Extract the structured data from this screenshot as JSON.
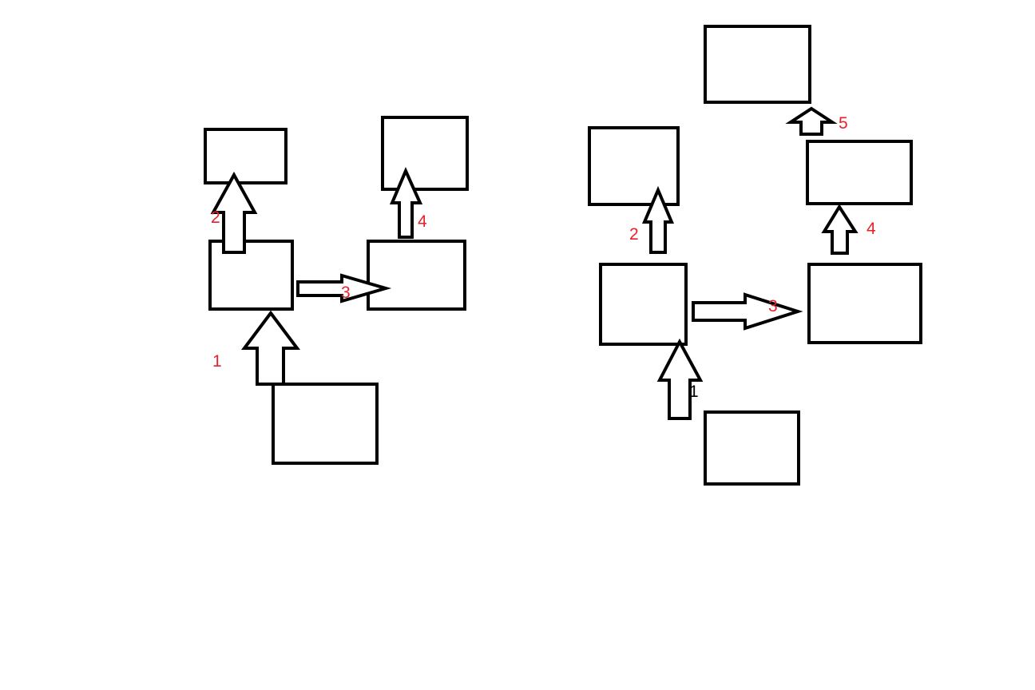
{
  "colors": {
    "stroke": "#000000",
    "label_red": "#e8202a",
    "label_black": "#000000",
    "background": "#ffffff"
  },
  "left_diagram": {
    "labels": {
      "step1": "1",
      "step2": "2",
      "step3": "3",
      "step4": "4"
    }
  },
  "right_diagram": {
    "labels": {
      "step1": "1",
      "step2": "2",
      "step3": "3",
      "step4": "4",
      "step5": "5"
    }
  }
}
